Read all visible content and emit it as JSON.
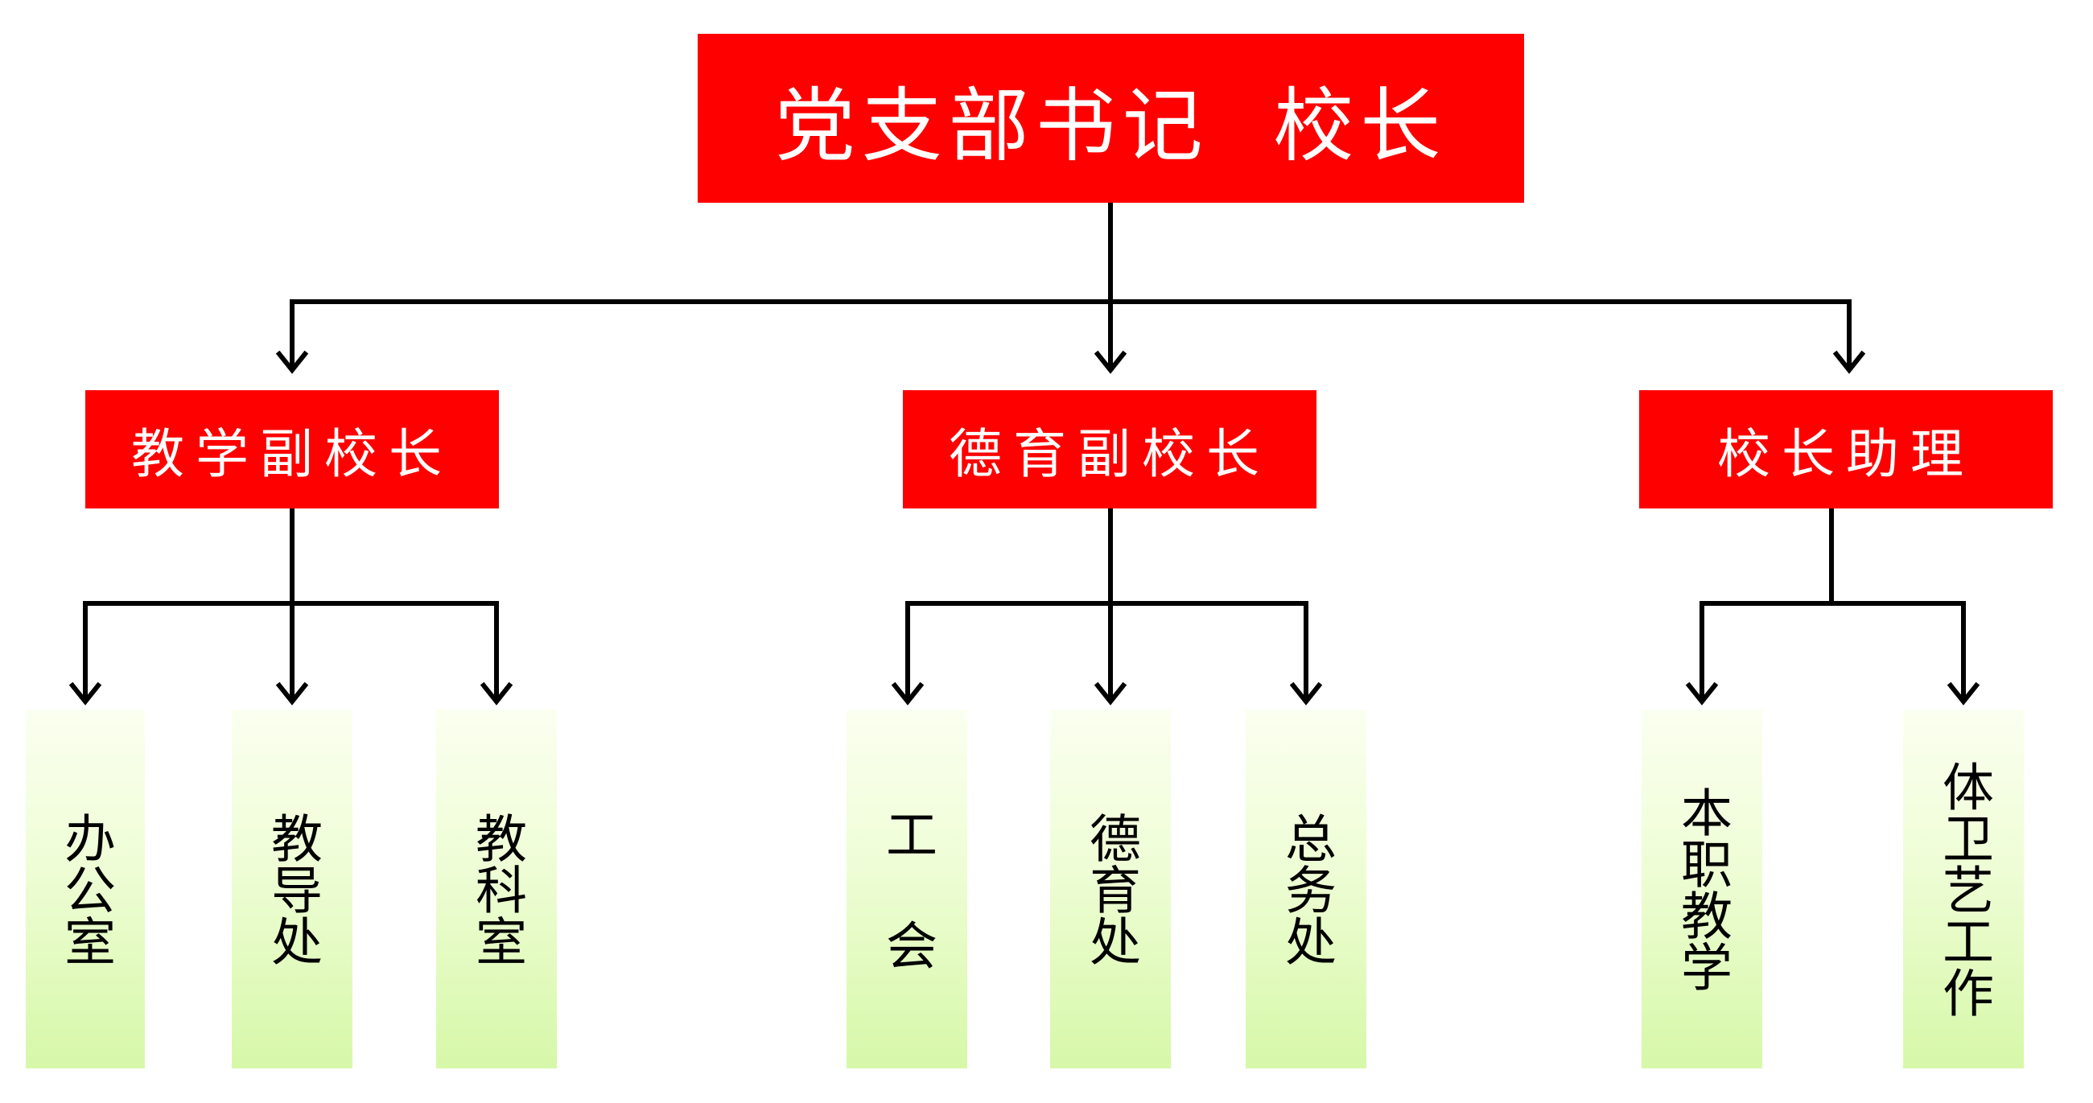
{
  "root": {
    "label": "党支部书记  校长"
  },
  "managers": [
    {
      "label": "教学副校长"
    },
    {
      "label": "德育副校长"
    },
    {
      "label": "校长助理"
    }
  ],
  "departments": [
    {
      "label": "办公室"
    },
    {
      "label": "教导处"
    },
    {
      "label": "教科室"
    },
    {
      "label": "工 会"
    },
    {
      "label": "德育处"
    },
    {
      "label": "总务处"
    },
    {
      "label": "本职教学"
    },
    {
      "label": "体卫艺工作"
    }
  ],
  "colors": {
    "box_red": "#ff0000",
    "box_text": "#ffffff",
    "leaf_top": "#fbfff0",
    "leaf_bottom": "#d6f8a8",
    "line": "#000000"
  }
}
